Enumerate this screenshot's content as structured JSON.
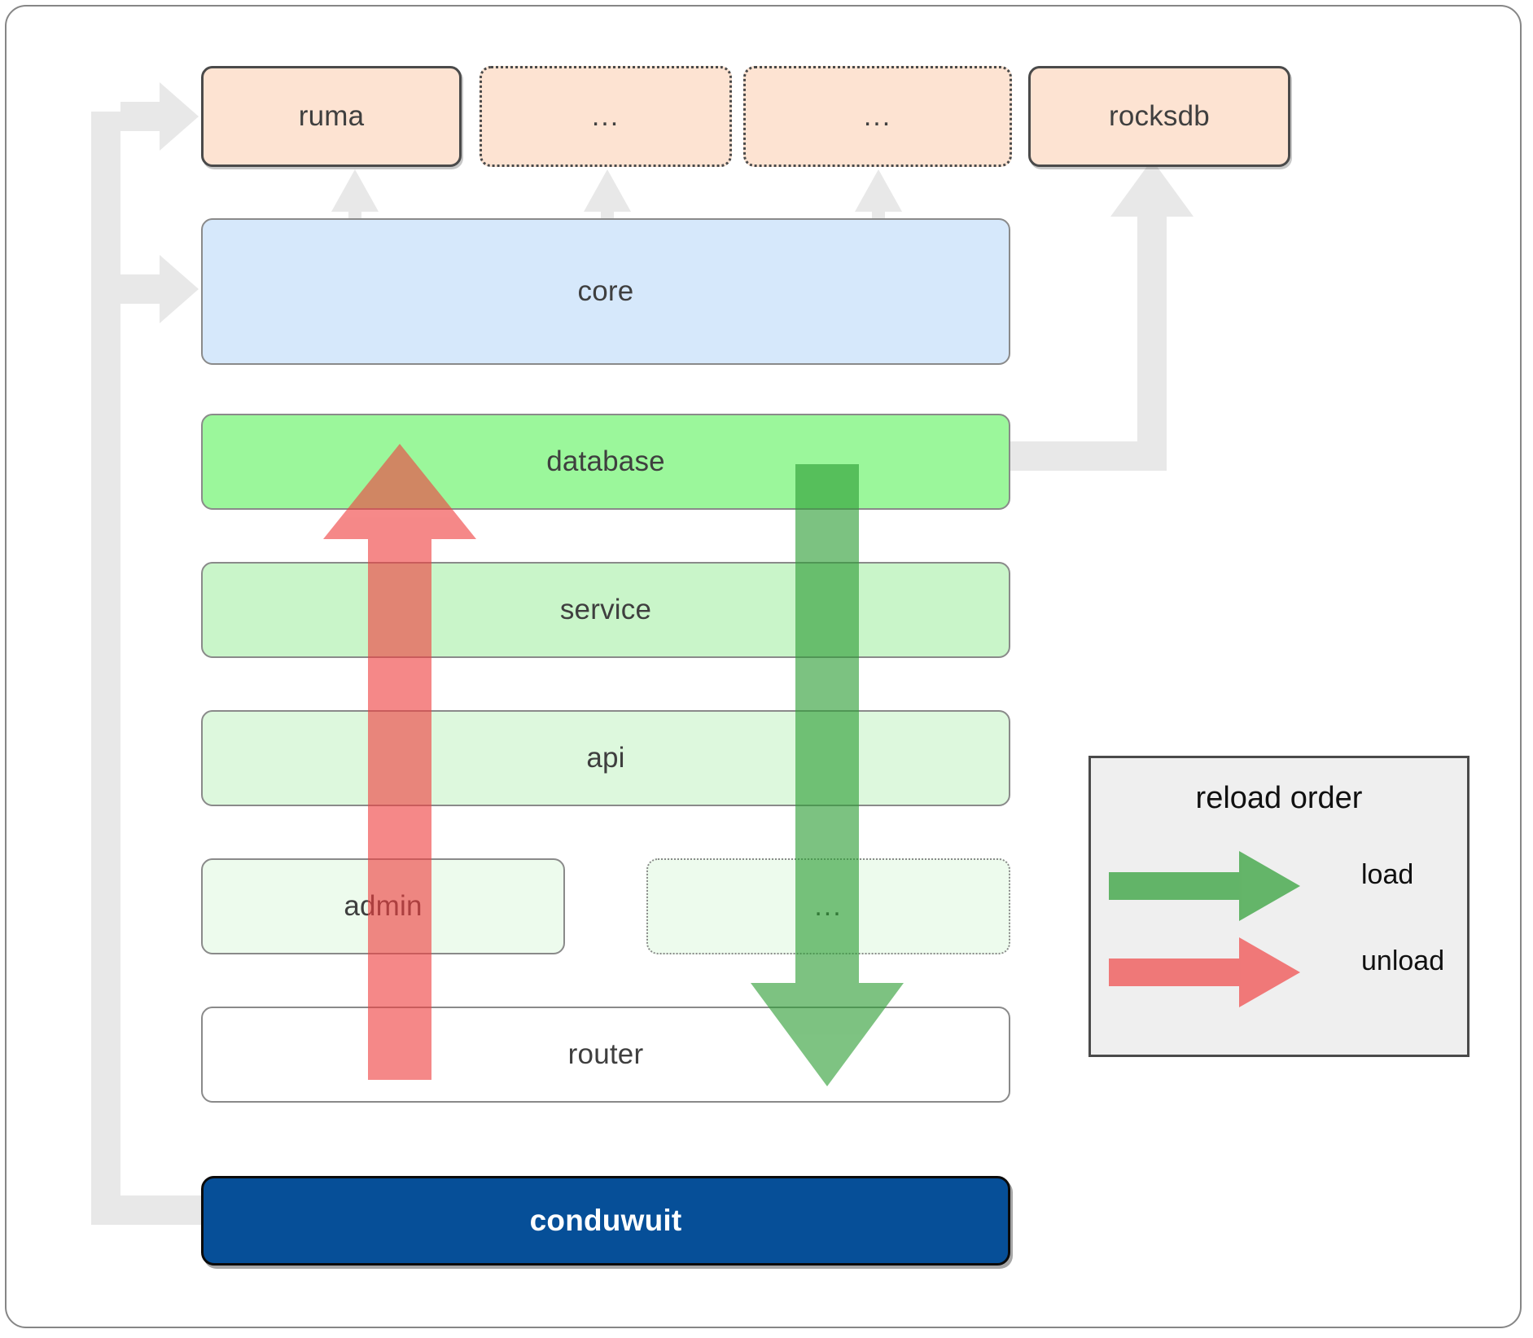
{
  "diagram": {
    "title": "conduwuit crate architecture / reload order",
    "outer_frame": true
  },
  "dependencies": [
    {
      "id": "ruma",
      "label": "ruma",
      "style": "solid"
    },
    {
      "id": "dep2",
      "label": "...",
      "style": "dotted"
    },
    {
      "id": "dep3",
      "label": "...",
      "style": "dotted"
    },
    {
      "id": "rocksdb",
      "label": "rocksdb",
      "style": "solid"
    }
  ],
  "layers": [
    {
      "id": "core",
      "label": "core",
      "color": "#d6e8fb",
      "style": "solid"
    },
    {
      "id": "database",
      "label": "database",
      "color": "#9bf79b",
      "style": "solid"
    },
    {
      "id": "service",
      "label": "service",
      "color": "#c9f5c9",
      "style": "solid"
    },
    {
      "id": "api",
      "label": "api",
      "color": "#ddf8dd",
      "style": "solid"
    },
    {
      "id": "admin",
      "label": "admin",
      "color": "#edfbed",
      "style": "solid"
    },
    {
      "id": "etc",
      "label": "...",
      "color": "#edfbed",
      "style": "dotted"
    },
    {
      "id": "router",
      "label": "router",
      "color": "#ffffff",
      "style": "solid"
    }
  ],
  "binary": {
    "id": "conduwuit",
    "label": "conduwuit",
    "color": "#064f98",
    "text_color": "#ffffff"
  },
  "legend": {
    "title": "reload order",
    "items": [
      {
        "id": "load",
        "label": "load",
        "color": "#4caf50"
      },
      {
        "id": "unload",
        "label": "unload",
        "color": "#f87171"
      }
    ]
  },
  "arrows": {
    "load": {
      "direction": "down",
      "color": "#43a047",
      "from": "database",
      "to": "router"
    },
    "unload": {
      "direction": "up",
      "color": "#f26060",
      "from": "router",
      "to": "database"
    },
    "connector_color": "#e8e8e8"
  }
}
